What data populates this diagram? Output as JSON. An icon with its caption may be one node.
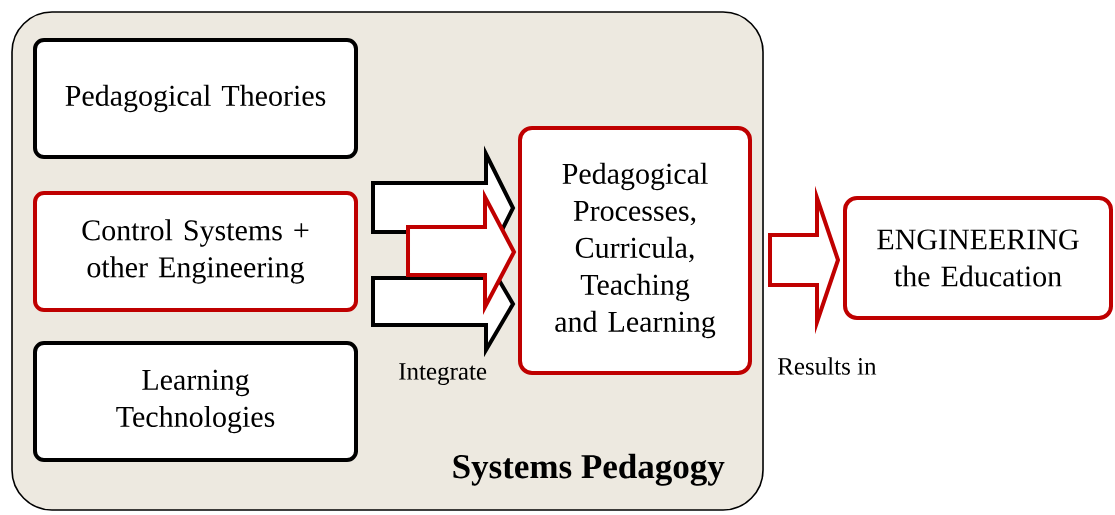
{
  "diagram": {
    "nodes": [
      {
        "text": [
          "Systems Pedagogy"
        ]
      },
      {
        "text": [
          "Pedagogical Theories"
        ],
        "in": 0
      },
      {
        "text": [
          "Control Systems + other Engineering"
        ],
        "in": 0
      },
      {
        "text": [
          "Learning Technologies"
        ],
        "in": 0
      },
      {
        "text": [
          "Pedagogical Processes, Curricula, Teaching and Learning"
        ],
        "in": 0
      },
      {
        "text": [
          "ENGINEERING the Education"
        ]
      }
    ],
    "edges": [
      {
        "from": null,
        "to": 4,
        "arrow": "to",
        "color": "#c00000"
      },
      {
        "from": null,
        "to": 4,
        "arrow": "to",
        "color": "#000000"
      },
      {
        "from": null,
        "to": 4,
        "arrow": "to",
        "color": "#000000"
      },
      {
        "from": 4,
        "to": 5,
        "arrow": "to",
        "color": "#c00000",
        "label": "Results in"
      }
    ],
    "labels": [
      "Integrate"
    ]
  }
}
